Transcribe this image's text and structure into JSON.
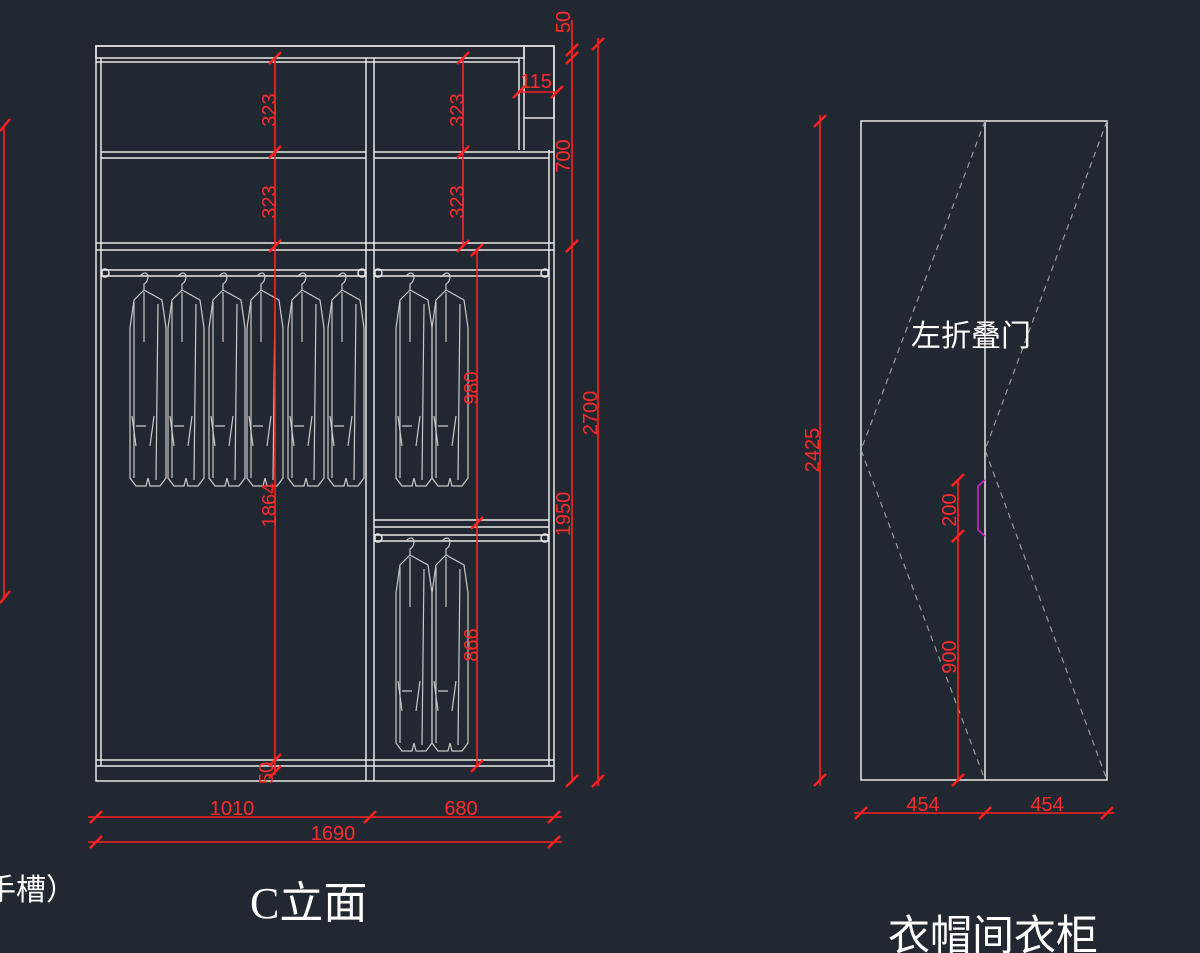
{
  "elevation_c": {
    "title": "C立面",
    "dims": {
      "top_50": "50",
      "d115": "115",
      "d323a": "323",
      "d323b": "323",
      "d323c": "323",
      "d323d": "323",
      "d700": "700",
      "d2700": "2700",
      "d980": "980",
      "d1864": "1864",
      "d1950": "1950",
      "d866": "866",
      "bottom_50": "50",
      "w1010": "1010",
      "w680": "680",
      "w1690": "1690"
    }
  },
  "cabinet": {
    "title": "衣帽间衣柜",
    "door_label": "左折叠门",
    "dims": {
      "h2425": "2425",
      "d200": "200",
      "d900": "900",
      "w454a": "454",
      "w454b": "454"
    }
  },
  "left_fragment": {
    "caption": "手槽）"
  },
  "colors": {
    "background": "#212831",
    "dimension": "#ff2020",
    "outline": "#e8e8e8",
    "handle": "#d020d0"
  }
}
